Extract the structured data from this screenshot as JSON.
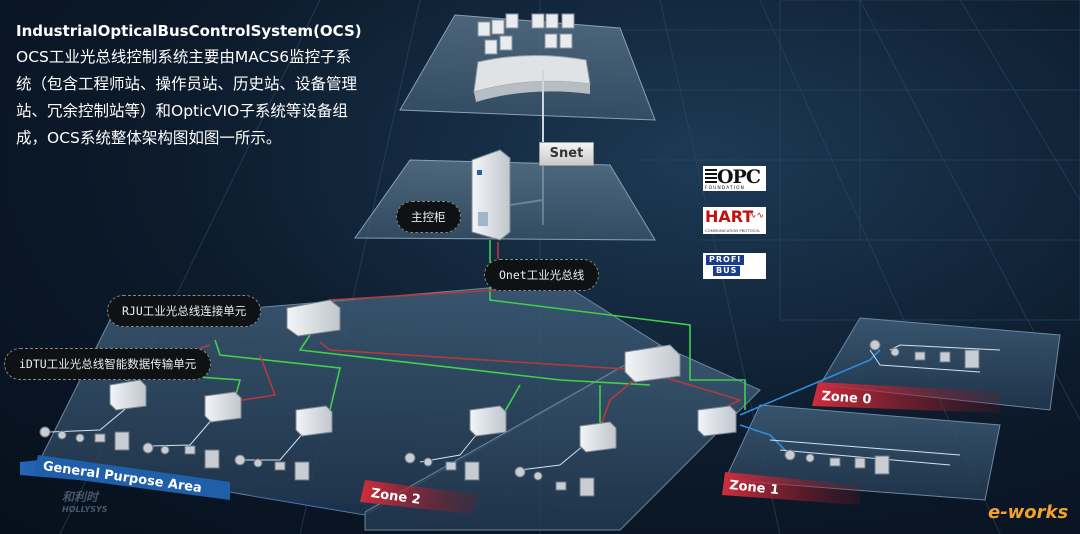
{
  "intro": {
    "title": "IndustrialOpticalBusControlSystem(OCS)",
    "paragraph": "OCS工业光总线控制系统主要由MACS6监控子系统（包含工程师站、操作员站、历史站、设备管理站、冗余控制站等）和OpticVIO子系统等设备组成，OCS系统整体架构图如图一所示。"
  },
  "labels": {
    "snet": "Snet",
    "main_cabinet": "主控柜",
    "onet_prefix": "Onet",
    "onet_suffix": "工业光总线",
    "rju_prefix": "RJU",
    "rju_suffix": "工业光总线连接单元",
    "idtu_prefix": "iDTU",
    "idtu_suffix": "工业光总线智能数据传输单元"
  },
  "zones": {
    "general": "General Purpose Area",
    "zone0": "Zone 0",
    "zone1": "Zone 1",
    "zone2": "Zone 2"
  },
  "logos": {
    "opc_big": "OPC",
    "opc_small": "FOUNDATION",
    "hart_big": "HART",
    "hart_small": "COMMUNICATION PROTOCOL",
    "profi_top": "PROFI",
    "profi_bottom": "BUS"
  },
  "watermark": {
    "left_cn": "和利时",
    "left_en": "HOLLYSYS",
    "right": "e-works"
  },
  "colors": {
    "cable_green": "#3fd14a",
    "cable_red": "#b33a3a",
    "cable_blue": "#2b8fe0",
    "zone_red": "#c72a3a",
    "general_blue": "#1f5ea8"
  }
}
